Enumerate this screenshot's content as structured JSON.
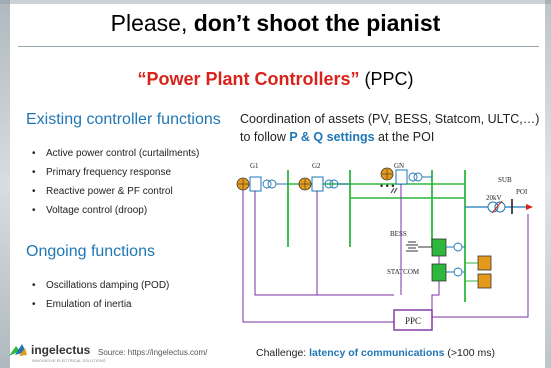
{
  "title": {
    "prefix": "Please, ",
    "bold": "don’t shoot the pianist"
  },
  "subtitle": {
    "red": "“Power Plant Controllers”",
    "rest": " (PPC)"
  },
  "existing": {
    "heading": "Existing controller functions",
    "items": [
      "Active power control (curtailments)",
      "Primary frequency response",
      "Reactive power & PF control",
      "Voltage control (droop)"
    ]
  },
  "ongoing": {
    "heading": "Ongoing functions",
    "items": [
      "Oscillations damping (POD)",
      "Emulation of inertia"
    ]
  },
  "coordination": {
    "line1": "Coordination of assets (PV, BESS, Statcom, ULTC,…)",
    "prefix2": "to follow ",
    "bold2": "P & Q settings",
    "suffix2": " at the POI"
  },
  "diagram": {
    "g1": "G1",
    "g2": "G2",
    "gn": "GN",
    "dots": "• • •",
    "sub": "SUB",
    "kv": "20kV",
    "poi": "POI",
    "bess": "BESS",
    "statcom": "STATCOM",
    "ppc": "PPC",
    "colors": {
      "bus": "#2db83d",
      "control": "#7b2fa3",
      "blue": "#1f77b4",
      "orange": "#e69a1c",
      "red": "#d8231b"
    }
  },
  "logo": {
    "name": "ingelectus",
    "tagline": "INNOVATIVE ELECTRICAL SOLUTIONS",
    "icon": "hummingbird-logo-icon"
  },
  "source": "Source: https://ingelectus.com/",
  "challenge": {
    "prefix": "Challenge: ",
    "bold": "latency of communications",
    "suffix": " (>100 ms)"
  }
}
